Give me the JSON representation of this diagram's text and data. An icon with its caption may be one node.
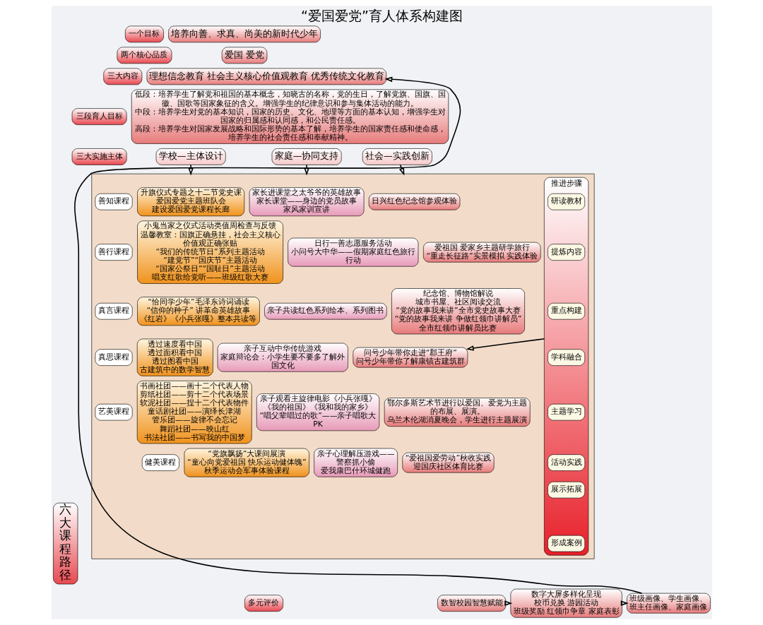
{
  "diagram": {
    "title": "“爱国爱党”育人体系构建图",
    "nodes": [
      {
        "text": [
          "一个目标"
        ]
      },
      {
        "text": [
          "培养向善、求真、尚美的新时代少年"
        ]
      },
      {
        "text": [
          "两个核心品质"
        ]
      },
      {
        "text": [
          "爱国 爱党"
        ]
      },
      {
        "text": [
          "三大内容"
        ]
      },
      {
        "text": [
          "理想信念教育 社会主义核心价值观教育 优秀传统文化教育"
        ]
      },
      {
        "text": [
          "三段育人目标"
        ]
      },
      {
        "text": [
          "低段：培养学生了解党和祖国的基本概念，知晓古的名称，党的生日，了解党旗、国旗、国徽、国歌等国家象征的含义。增强学生的纪律意识和参与集体活动的能力。",
          "中段：培养学生对党的基本知识，国家的历史、文化、地理等方面的基本认知，增强学生对国家的归属感和认同感，和公民责任感。",
          "高段：培养学生对国家发展战略和国际形势的基本了解，培养学生的国家责任感和使命感，培养学生的社会责任感和奉献精神。"
        ]
      },
      {
        "text": [
          "三大实施主体"
        ]
      },
      {
        "text": [
          "学校—主体设计"
        ]
      },
      {
        "text": [
          "家庭—协同支持"
        ]
      },
      {
        "text": [
          "社会—实践创新"
        ]
      },
      {
        "text": [
          "六大课程路径"
        ]
      },
      {
        "text": [],
        "shape": "box"
      },
      {
        "text": [
          "善知课程"
        ],
        "in": 13
      },
      {
        "text": [
          "升旗仪式专题之十二节党史课",
          "爱国爱党主题班队会",
          "建设爱国爱党课程长廊"
        ],
        "in": 13
      },
      {
        "text": [
          "家长进课堂之太爷爷的英雄故事",
          "家长课堂——身边的党员故事",
          "家风家训宣讲"
        ],
        "in": 13
      },
      {
        "text": [
          "日兴红色纪念馆参观体验"
        ],
        "in": 13
      },
      {
        "text": [
          "善行课程"
        ],
        "in": 13
      },
      {
        "text": [
          "小鬼当家之仪式活动类值周检查与反馈",
          "温馨教室：国旗正确悬挂，社会主义核心价值观正确张贴",
          "“我们的传统节日”系列主题活动",
          "“建党节”“国庆节”主题活动",
          "“国家公祭日”“国耻日”主题活动",
          "唱支红歌给党听——班级红歌大赛"
        ],
        "in": 13
      },
      {
        "text": [
          "日行一善志愿服务活动",
          "小问号大中华——假期家庭红色旅行行动"
        ],
        "in": 13
      },
      {
        "text": [
          "爱祖国 爱家乡主题研学旅行",
          "“重走长征路”实景模拟 实践体验"
        ],
        "in": 13
      },
      {
        "text": [
          "真言课程"
        ],
        "in": 13
      },
      {
        "text": [
          "“恰同学少年”毛泽东诗词诵读",
          "“信仰的种子” 讲革命英雄故事",
          "《红岩》《小兵张嘎》整本共读等"
        ],
        "in": 13
      },
      {
        "text": [
          "亲子共读红色系列绘本、系列图书"
        ],
        "in": 13
      },
      {
        "text": [
          "纪念馆、博物馆解说",
          "城市书屋、社区阅读交流",
          "“党的故事我来讲”全市党史故事大赛",
          "“党的故事我来讲 争做红领巾讲解员”全市红领巾讲解员比赛"
        ],
        "in": 13
      },
      {
        "text": [
          "真思课程"
        ],
        "in": 13
      },
      {
        "text": [
          "透过速度看中国",
          "透过面积看中国",
          "透过图看中国",
          "古建筑中的数学智慧"
        ],
        "in": 13
      },
      {
        "text": [
          "亲子互动中华传统游戏",
          "家庭辩论会：小学生要不要多了解外国文化"
        ],
        "in": 13
      },
      {
        "text": [
          "问号少年带你走进“郡王府”",
          "问号少年带你了解康镇古建筑群"
        ],
        "in": 13
      },
      {
        "text": [
          "艺美课程"
        ],
        "in": 13
      },
      {
        "text": [
          "书画社团——画十二个代表人物",
          "剪纸社团——剪十二个代表场景",
          "软泥社团——捏十二个代表物件",
          "童话剧社团——演绎长津湖",
          "管乐团——旋律不会忘记",
          "舞蹈社团——映山红",
          "书法社团——书写我的中国梦"
        ],
        "in": 13
      },
      {
        "text": [
          "亲子观看主旋律电影《小兵张嘎》",
          "《我的祖国》《我和我的家乡》",
          "“唱父辈唱过的歌”——亲子唱歌大PK"
        ],
        "in": 13
      },
      {
        "text": [
          "鄂尔多斯艺术节进行以爱国、爱党为主题的布展、展演。",
          "乌兰木伦湖消夏晚会，学生进行主题展演"
        ],
        "in": 13
      },
      {
        "text": [
          "健美课程"
        ],
        "in": 13
      },
      {
        "text": [
          "“党旗飘扬”大课间展演",
          "“童心向党爱祖国 快乐运动健体魄”",
          "秋季运动会军事体验课程"
        ],
        "in": 13
      },
      {
        "text": [
          "亲子心理解压游戏——",
          "警察抓小偷",
          "爱我康巴什环城健跑"
        ],
        "in": 13
      },
      {
        "text": [
          "“爱祖国爱劳动”秋收实践",
          "迎国庆社区体育比赛"
        ],
        "in": 13
      },
      {
        "text": [
          "推进步骤"
        ],
        "in": 13
      },
      {
        "text": [
          "研读教材"
        ],
        "in": 38
      },
      {
        "text": [
          "提炼内容"
        ],
        "in": 38
      },
      {
        "text": [
          "重点构建"
        ],
        "in": 38
      },
      {
        "text": [
          "学科融合"
        ],
        "in": 38
      },
      {
        "text": [
          "主题学习"
        ],
        "in": 38
      },
      {
        "text": [
          "活动实践"
        ],
        "in": 38
      },
      {
        "text": [
          "展示拓展"
        ],
        "in": 38
      },
      {
        "text": [
          "形成案例"
        ],
        "in": 38
      },
      {
        "text": [
          "多元评价"
        ]
      },
      {
        "text": [
          "数智校园智慧赋能"
        ]
      },
      {
        "text": [
          "数字大屏多样化呈现",
          "校币兑换 游园活动",
          "班级奖励 红领巾争章 家庭表彰"
        ]
      },
      {
        "text": [
          "班级画像、学生画像、",
          "班主任画像、家庭画像"
        ]
      }
    ],
    "edges": [
      {
        "from": 9,
        "to": 13,
        "arrow": "to"
      },
      {
        "from": 10,
        "to": 13,
        "arrow": "to"
      },
      {
        "from": 11,
        "to": 13,
        "arrow": "to"
      },
      {
        "from": 38,
        "to": 29,
        "arrow": "to"
      },
      {
        "from": 48,
        "to": 49,
        "arrow": "to"
      },
      {
        "from": 49,
        "to": 50,
        "arrow": "to"
      },
      {
        "from": 50,
        "to": 5,
        "arrow": "to"
      }
    ]
  }
}
